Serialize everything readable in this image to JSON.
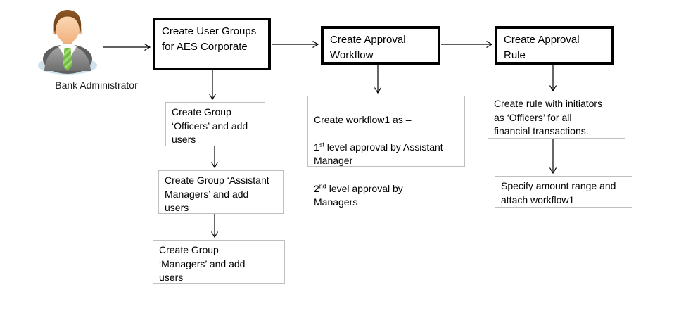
{
  "diagram": {
    "actor": {
      "label": "Bank Administrator",
      "icon": "person-avatar-icon"
    },
    "flow_boxes": [
      {
        "id": "create-user-groups",
        "label": "Create User Groups\nfor AES Corporate"
      },
      {
        "id": "create-approval-workflow",
        "label": "Create Approval\nWorkflow"
      },
      {
        "id": "create-approval-rule",
        "label": "Create Approval\nRule"
      }
    ],
    "notes": {
      "officers": "Create Group\n‘Officers’ and add\nusers",
      "assistant_managers": "Create Group ‘Assistant\nManagers’ and add\nusers",
      "managers": "Create Group\n‘Managers’ and add\nusers",
      "rule": "Create rule with initiators\nas ‘Officers’ for all\nfinancial transactions.",
      "amount_range": "Specify amount range and\nattach workflow1"
    },
    "workflow_note": {
      "line1": "Create workflow1 as –",
      "levels": [
        {
          "num": "1",
          "ordinal": "st",
          "rest": " level approval by Assistant\nManager"
        },
        {
          "num": "2",
          "ordinal": "nd",
          "rest": " level approval by\nManagers"
        }
      ]
    },
    "connections": [
      {
        "from": "bank-administrator",
        "to": "create-user-groups"
      },
      {
        "from": "create-user-groups",
        "to": "create-approval-workflow"
      },
      {
        "from": "create-approval-workflow",
        "to": "create-approval-rule"
      },
      {
        "from": "create-user-groups",
        "to": "note-officers"
      },
      {
        "from": "note-officers",
        "to": "note-assistant-managers"
      },
      {
        "from": "note-assistant-managers",
        "to": "note-managers"
      },
      {
        "from": "create-approval-workflow",
        "to": "note-workflow1"
      },
      {
        "from": "create-approval-rule",
        "to": "note-rule"
      },
      {
        "from": "note-rule",
        "to": "note-amount-range"
      }
    ],
    "colors": {
      "box_border": "#000000",
      "note_border": "#bfbfbf",
      "text": "#000000",
      "avatar_base_blue": "#cfe1ec",
      "avatar_suit_gray": "#8f8f8f",
      "avatar_tie_green": "#7cc24e",
      "avatar_hair_brown": "#7b4a22",
      "avatar_skin": "#f8c9a0"
    }
  }
}
